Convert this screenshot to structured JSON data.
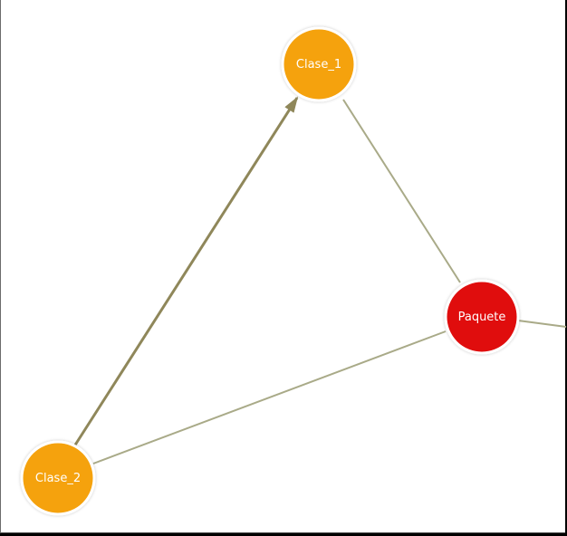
{
  "diagram": {
    "nodes": [
      {
        "id": "clase1",
        "label": "Clase_1",
        "color": "#f5a20c"
      },
      {
        "id": "paquete",
        "label": "Paquete",
        "color": "#e00a0a"
      },
      {
        "id": "clase2",
        "label": "Clase_2",
        "color": "#f5a20c"
      }
    ],
    "edge_color": "#8f8f5c",
    "edges": [
      {
        "from": "clase2",
        "to": "clase1",
        "arrow": true
      },
      {
        "from": "clase1",
        "to": "paquete",
        "arrow": false
      },
      {
        "from": "clase2",
        "to": "paquete",
        "arrow": false
      },
      {
        "from": "paquete",
        "to": "offscreen-right",
        "arrow": false
      }
    ]
  }
}
